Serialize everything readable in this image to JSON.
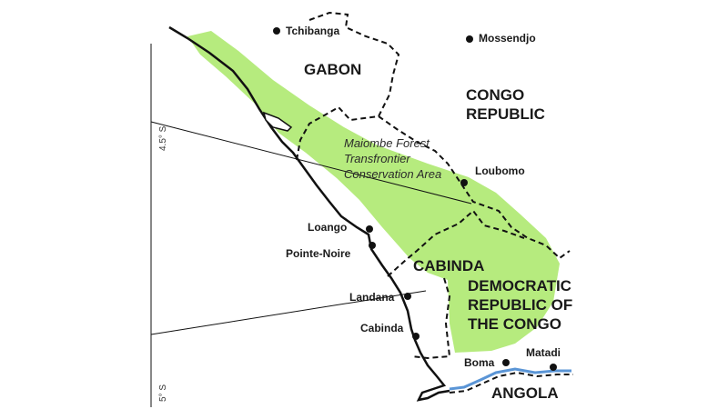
{
  "colors": {
    "conservation_area": "#b6eb7e",
    "coastline": "#111111",
    "border": "#111111",
    "river": "#5a95d6",
    "background": "#ffffff"
  },
  "conservation_area_label": [
    "Maiombe Forest",
    "Transfrontier",
    "Conservation Area"
  ],
  "countries": {
    "gabon": "GABON",
    "congo_republic": [
      "CONGO",
      "REPUBLIC"
    ],
    "cabinda": "CABINDA",
    "drc": [
      "DEMOCRATIC",
      "REPUBLIC OF",
      "THE CONGO"
    ],
    "angola": "ANGOLA"
  },
  "cities": {
    "tchibanga": "Tchibanga",
    "mossendjo": "Mossendjo",
    "loubomo": "Loubomo",
    "loango": "Loango",
    "pointe_noire": "Pointe-Noire",
    "landana": "Landana",
    "cabinda": "Cabinda",
    "boma": "Boma",
    "matadi": "Matadi"
  },
  "latitude_ticks": {
    "lat_4_5": "4.5° S",
    "lat_5": "5° S"
  }
}
